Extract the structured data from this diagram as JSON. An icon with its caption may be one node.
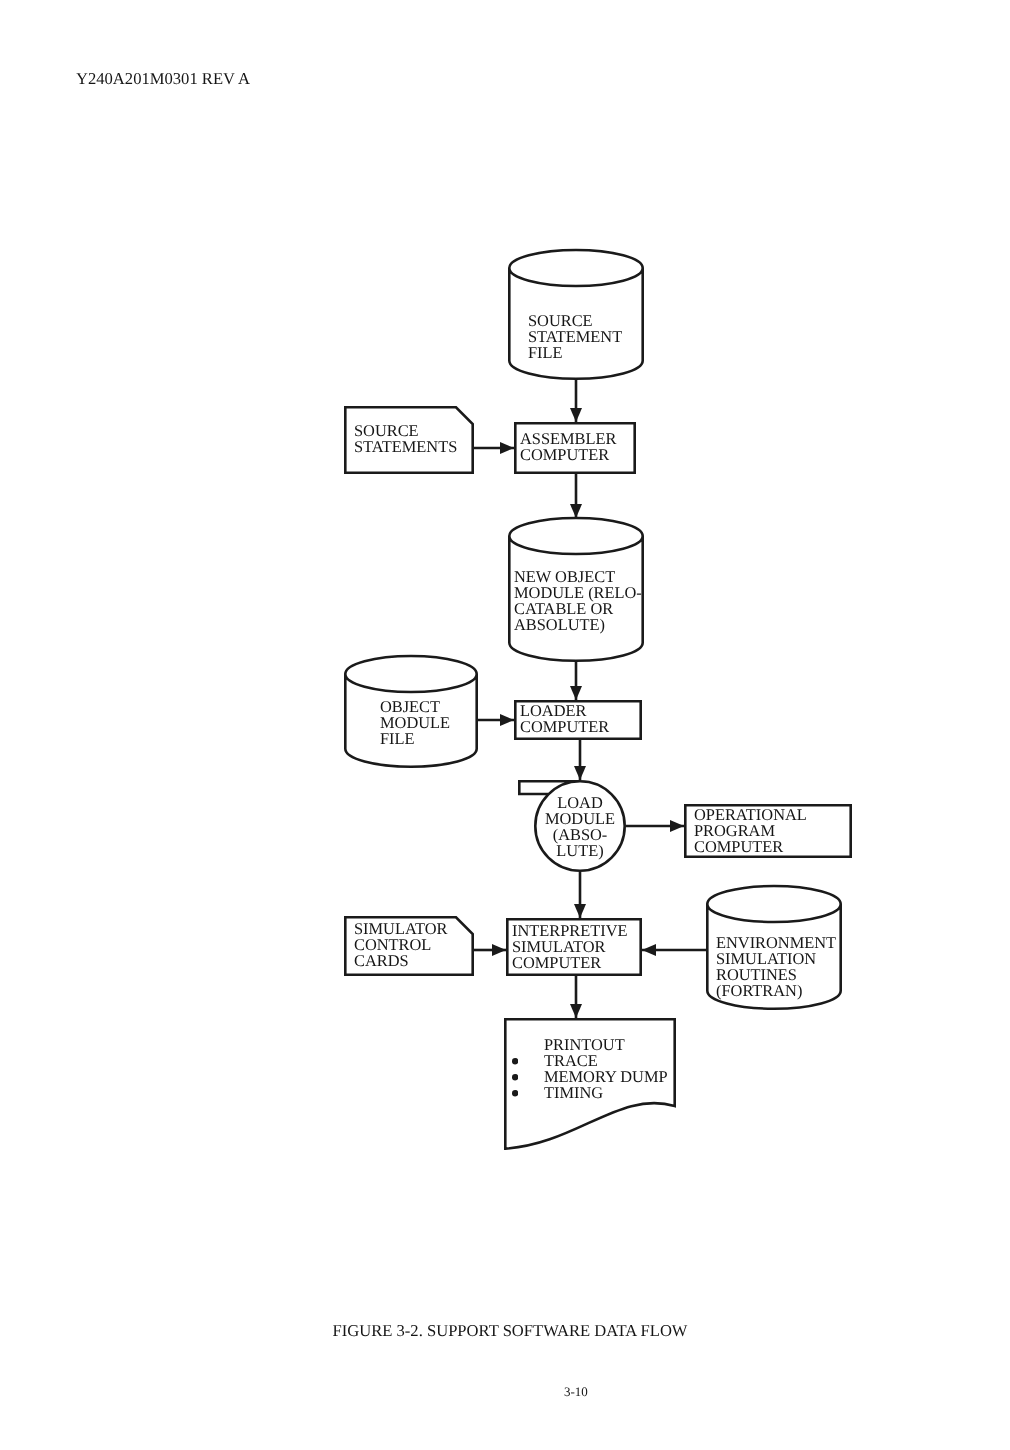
{
  "diagram": {
    "caption": "FIGURE 3-2. SUPPORT SOFTWARE DATA FLOW",
    "nodes": [
      {
        "text": [
          "SOURCE STATEMENT FILE"
        ]
      },
      {
        "text": [
          "SOURCE STATEMENTS"
        ]
      },
      {
        "text": [
          "ASSEMBLER COMPUTER"
        ]
      },
      {
        "text": [
          "NEW OBJECT MODULE (RELO-CATABLE OR ABSOLUTE)"
        ]
      },
      {
        "text": [
          "OBJECT MODULE FILE"
        ]
      },
      {
        "text": [
          "LOADER COMPUTER"
        ]
      },
      {
        "text": [
          "LOAD MODULE (ABSO-LUTE)"
        ]
      },
      {
        "text": [
          "OPERATIONAL PROGRAM COMPUTER"
        ]
      },
      {
        "text": [
          "SIMULATOR CONTROL CARDS"
        ]
      },
      {
        "text": [
          "INTERPRETIVE SIMULATOR COMPUTER"
        ]
      },
      {
        "text": [
          "ENVIRONMENT SIMULATION ROUTINES (FORTRAN)"
        ]
      },
      {
        "text": [
          "PRINTOUT",
          "TRACE",
          "MEMORY DUMP",
          "TIMING"
        ]
      }
    ],
    "edges": [
      {
        "from": 0,
        "to": 2,
        "arrow": "to"
      },
      {
        "from": 1,
        "to": 2,
        "arrow": "to"
      },
      {
        "from": 2,
        "to": 3,
        "arrow": "to"
      },
      {
        "from": 3,
        "to": 5,
        "arrow": "to"
      },
      {
        "from": 4,
        "to": 5,
        "arrow": "to"
      },
      {
        "from": 5,
        "to": 6,
        "arrow": "to"
      },
      {
        "from": 6,
        "to": 7,
        "arrow": "to"
      },
      {
        "from": 6,
        "to": 9,
        "arrow": "to"
      },
      {
        "from": 8,
        "to": 9,
        "arrow": "to"
      },
      {
        "from": 10,
        "to": 9,
        "arrow": "to"
      },
      {
        "from": 9,
        "to": 11,
        "arrow": "to"
      }
    ],
    "labels": [
      "Y240A201M0301 REV A",
      "3-10"
    ]
  }
}
